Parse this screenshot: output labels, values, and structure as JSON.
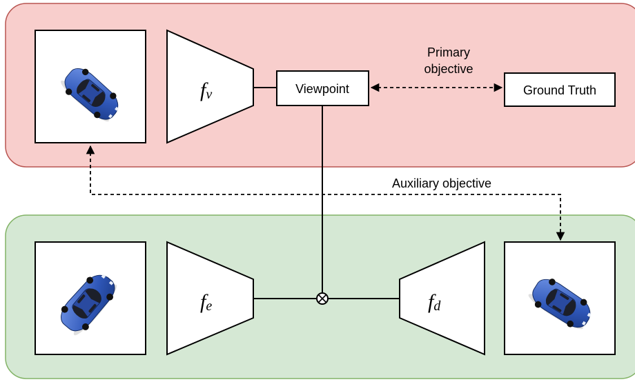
{
  "encoders": {
    "viewpoint_net": {
      "symbol": "f",
      "subscript": "v"
    },
    "encoder_net": {
      "symbol": "f",
      "subscript": "e"
    },
    "decoder_net": {
      "symbol": "f",
      "subscript": "d"
    }
  },
  "boxes": {
    "viewpoint": "Viewpoint",
    "ground_truth": "Ground Truth"
  },
  "objectives": {
    "primary_line1": "Primary",
    "primary_line2": "objective",
    "auxiliary": "Auxiliary objective"
  },
  "colors": {
    "top_panel_fill": "#f8cecc",
    "top_panel_stroke": "#b85450",
    "bottom_panel_fill": "#d5e8d4",
    "bottom_panel_stroke": "#82b366",
    "car_body": "#3b63c4"
  },
  "images": {
    "input_top": "car-render-icon",
    "input_bottom": "car-render-icon",
    "output": "car-render-icon"
  }
}
